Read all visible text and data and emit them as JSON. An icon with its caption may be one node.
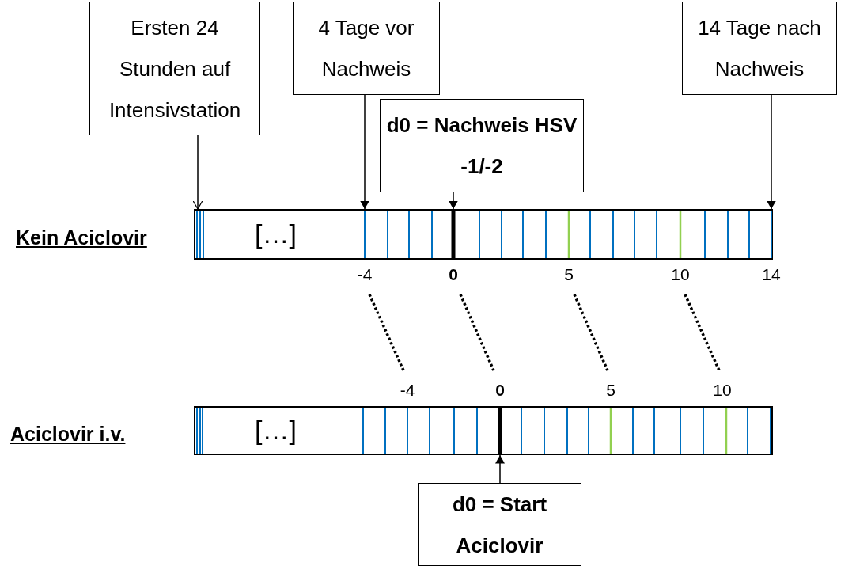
{
  "diagram": {
    "nodes": [
      {
        "text": [
          "Ersten 24 Stunden auf Intensivstation"
        ]
      },
      {
        "text": [
          "4 Tage vor Nachweis"
        ]
      },
      {
        "text": [
          "14 Tage nach Nachweis"
        ]
      },
      {
        "text": [
          "d0 = Nachweis HSV -1/-2"
        ]
      },
      {
        "text": [
          "[…]"
        ],
        "beside": [
          "Kein Aciclovir"
        ]
      },
      {
        "text": [
          "[…]"
        ],
        "beside": [
          "Aciclovir i.v."
        ]
      },
      {
        "text": [
          "d0 = Start Aciclovir"
        ]
      }
    ],
    "edges": [
      {
        "from": 0,
        "to": 4,
        "arrow": "to"
      },
      {
        "from": 1,
        "to": 4,
        "arrow": "to"
      },
      {
        "from": 2,
        "to": 4,
        "arrow": "to"
      },
      {
        "from": 3,
        "to": 4,
        "arrow": "to"
      },
      {
        "from": 6,
        "to": 5,
        "arrow": "to"
      }
    ],
    "labels": [
      "-4",
      "0",
      "5",
      "10",
      "14",
      "-4",
      "0",
      "5",
      "10"
    ]
  }
}
